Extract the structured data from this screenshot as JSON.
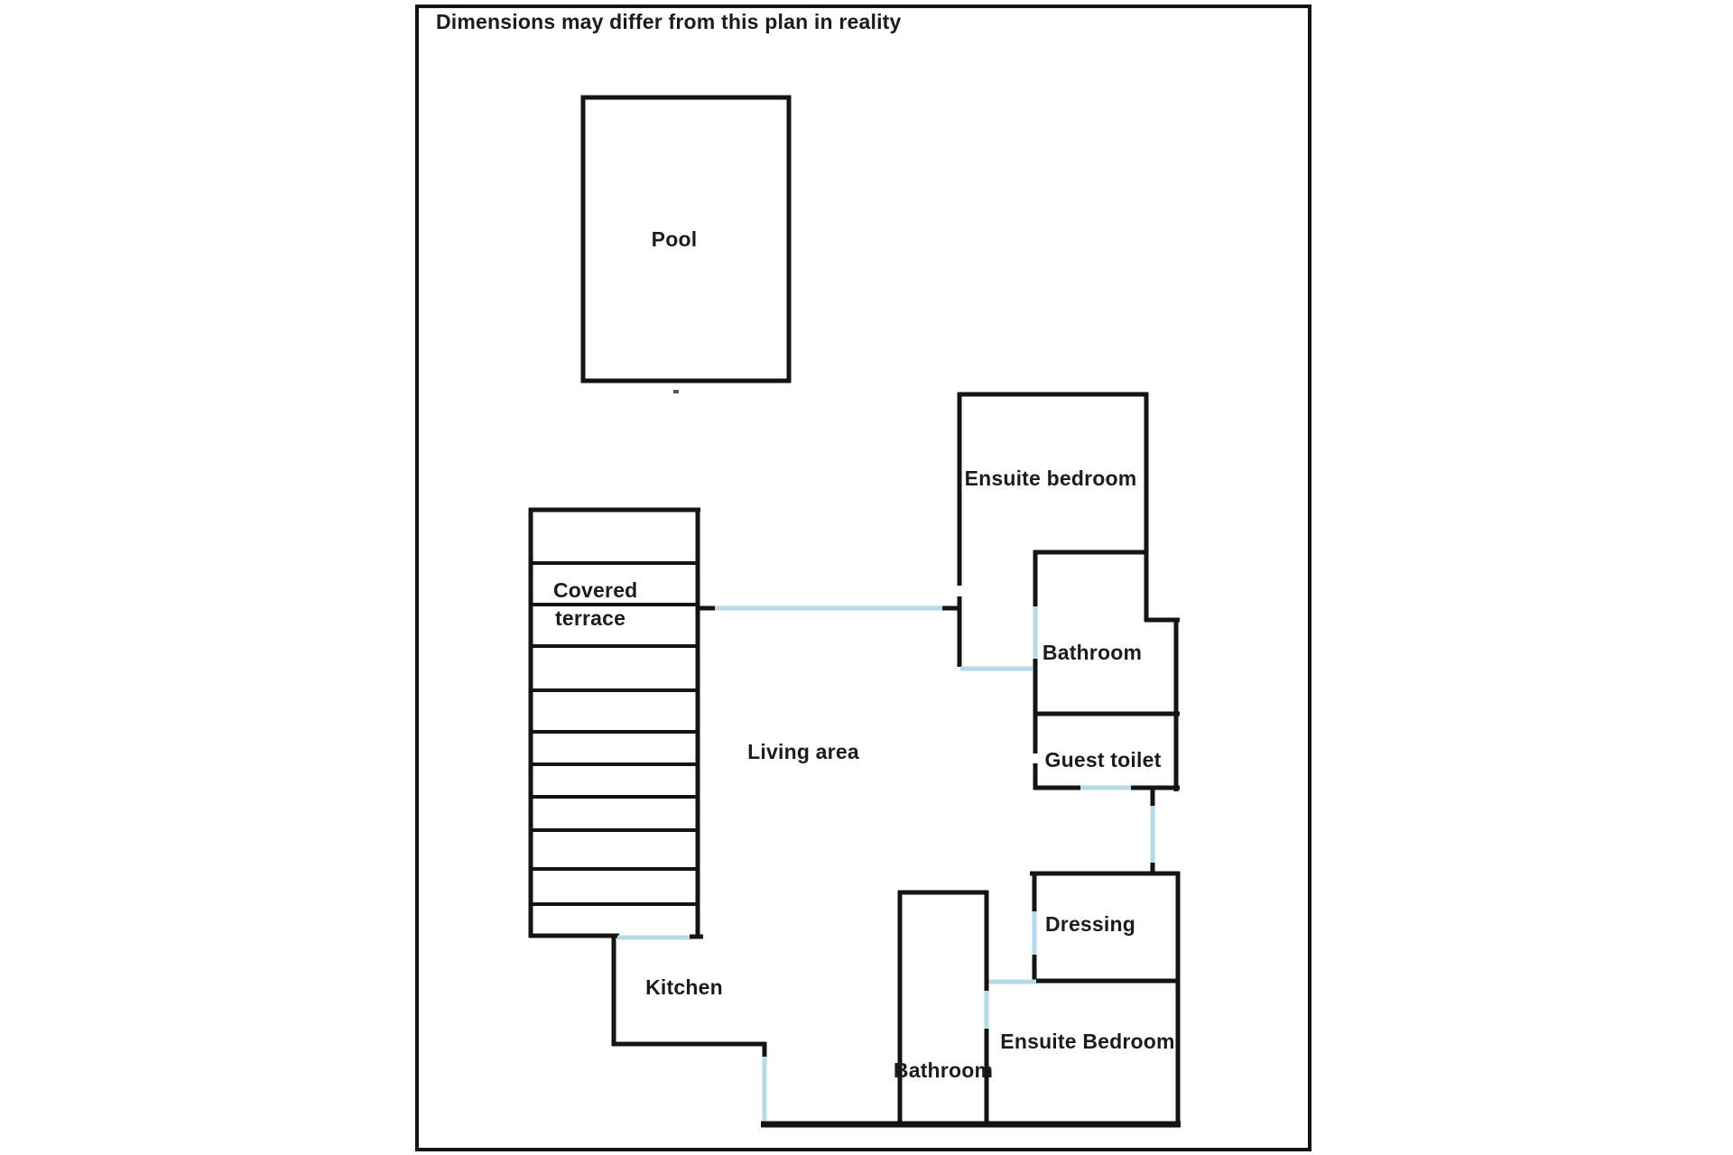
{
  "title": "Dimensions may differ from this plan in reality",
  "rooms": {
    "pool": "Pool",
    "covered_terrace_line1": "Covered",
    "covered_terrace_line2": "terrace",
    "living_area": "Living area",
    "ensuite_bedroom_top": "Ensuite bedroom",
    "bathroom_top": "Bathroom",
    "guest_toilet": "Guest toilet",
    "dressing": "Dressing",
    "ensuite_bedroom_bottom": "Ensuite Bedroom",
    "bathroom_bottom": "Bathroom",
    "kitchen": "Kitchen"
  },
  "colors": {
    "wall": "#141414",
    "door_opening": "#b5dbe8",
    "background": "#ffffff",
    "text": "#1c1c1c"
  }
}
